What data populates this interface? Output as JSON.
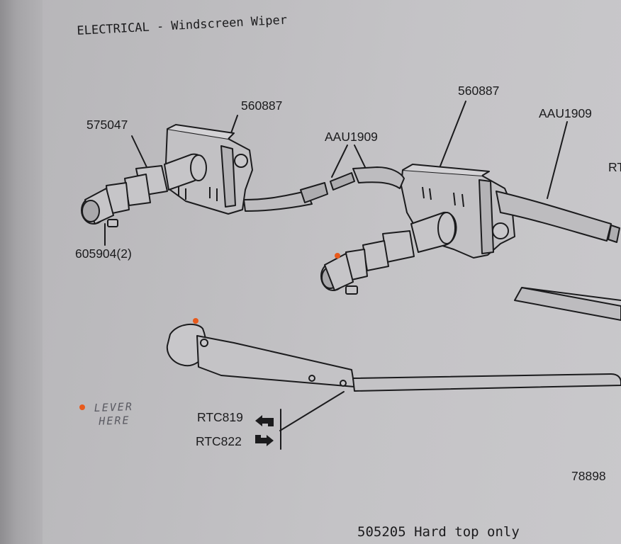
{
  "heading": "ELECTRICAL - Windscreen Wiper",
  "part_numbers": {
    "wheelbox_left": "560887",
    "wheelbox_right": "560887",
    "spindle_nut": "575047",
    "tube_center": "AAU1909",
    "tube_right": "AAU1909",
    "spacer": "605904(2)",
    "arm_left": "RTC819",
    "arm_right": "RTC822",
    "cut_right_top": "RT",
    "cut_right_bottom": "78898"
  },
  "handwritten_note": {
    "line1": "LEVER",
    "line2": "HERE"
  },
  "footer_text": "505205 Hard top only",
  "marker_color": "#e85a1c"
}
